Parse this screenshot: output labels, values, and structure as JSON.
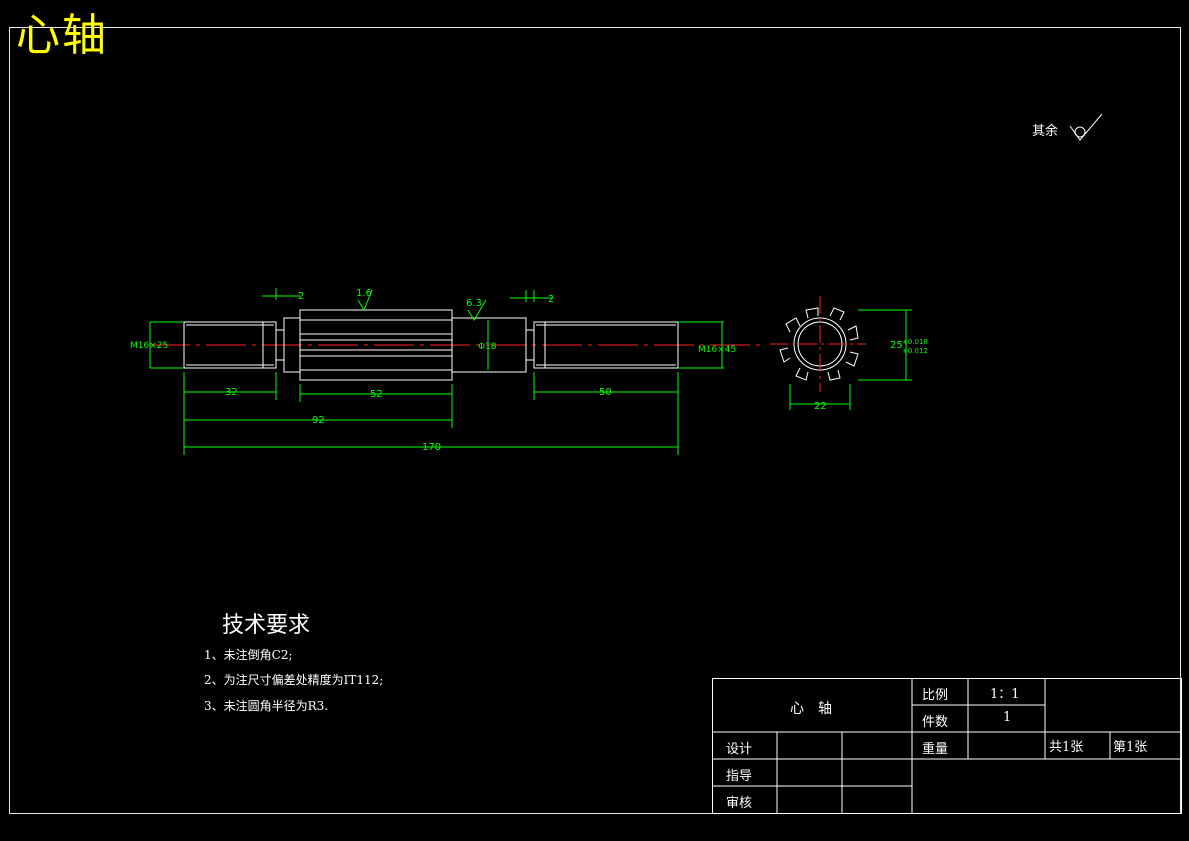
{
  "drawing": {
    "title": "心轴",
    "roughness_note": "其余",
    "dimensions": {
      "d_left_spacer": "2",
      "d_right_spacer": "2",
      "rough_spline": "1.6",
      "rough_shoulder": "6.3",
      "thread_left": "M16×25",
      "thread_right": "M16×45",
      "phi": "Φ18",
      "len_32": "32",
      "len_52": "52",
      "len_50": "50",
      "len_92": "92",
      "len_170": "170",
      "sec_width": "22",
      "sec_dia": "25",
      "sec_tol_upper": "+0.018",
      "sec_tol_lower": "+0.012"
    }
  },
  "tech_requirements": {
    "heading": "技术要求",
    "items": [
      "1、未注倒角C2;",
      "2、为注尺寸偏差处精度为IT112;",
      "3、未注圆角半径为R3."
    ]
  },
  "title_block": {
    "part_name": "心　轴",
    "scale_label": "比例",
    "scale_value": "1：1",
    "qty_label": "件数",
    "qty_value": "1",
    "weight_label": "重量",
    "sheets_total": "共1张",
    "sheet_no": "第1张",
    "design_label": "设计",
    "guide_label": "指导",
    "review_label": "审核"
  }
}
